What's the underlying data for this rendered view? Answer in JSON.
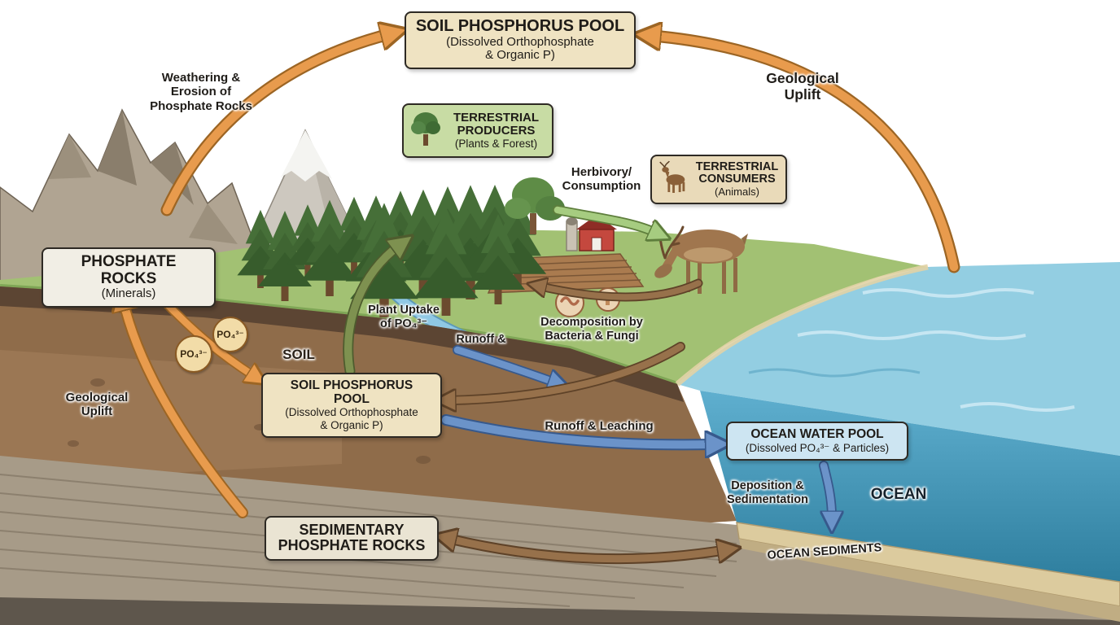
{
  "diagram": {
    "boxes": {
      "soil_pool_top": {
        "title": "SOIL PHOSPHORUS POOL",
        "subtitle": "(Dissolved Orthophosphate\n& Organic P)"
      },
      "terrestrial_producers": {
        "title": "TERRESTRIAL\nPRODUCERS",
        "subtitle": "(Plants & Forest)",
        "icon": "tree-icon"
      },
      "terrestrial_consumers": {
        "title": "TERRESTRIAL\nCONSUMERS",
        "subtitle": "(Animals)",
        "icon": "deer-icon"
      },
      "phosphate_rocks": {
        "title": "PHOSPHATE ROCKS",
        "subtitle": "(Minerals)"
      },
      "soil_pool_mid": {
        "title": "SOIL PHOSPHORUS POOL",
        "subtitle": "(Dissolved Orthophosphate\n& Organic P)"
      },
      "sedimentary_rocks": {
        "title": "SEDIMENTARY\nPHOSPHATE ROCKS"
      },
      "ocean_water_pool": {
        "title": "OCEAN WATER POOL",
        "subtitle": "(Dissolved PO₄³⁻ & Particles)"
      }
    },
    "labels": {
      "weathering": "Weathering &\nErosion of\nPhosphate Rocks",
      "geological_uplift_right": "Geological\nUplift",
      "geological_uplift_left": "Geological\nUplift",
      "herbivory": "Herbivory/\nConsumption",
      "plant_uptake": "Plant Uptake\nof PO₄³⁻",
      "runoff": "Runoff &",
      "decomposition": "Decomposition by\nBacteria & Fungi",
      "runoff_leaching": "Runoff & Leaching",
      "deposition": "Deposition &\nSedimentation",
      "soil": "SOIL",
      "ocean": "OCEAN",
      "ocean_sediments": "OCEAN SEDIMENTS",
      "po4_a": "PO₄³⁻",
      "po4_b": "PO₄³⁻"
    },
    "icons": {
      "producers": "tree-icon",
      "consumers": "deer-icon",
      "decomposers": "bacteria-fungi-icon"
    },
    "colors": {
      "arrow_orange": "#E89B4D",
      "arrow_green": "#A6CC80",
      "arrow_olive": "#7E9150",
      "arrow_blue": "#6B93C9",
      "arrow_brown": "#97714B",
      "box_tan": "#EFE3C2",
      "box_green": "#C8DCA4",
      "box_cream": "#E9DAB9",
      "box_gray": "#F1EEE5",
      "box_blue": "#CDE5F2",
      "ocean_surface": "#93CEE2",
      "grass": "#A2C173",
      "soil": "#8F6C4A"
    }
  }
}
